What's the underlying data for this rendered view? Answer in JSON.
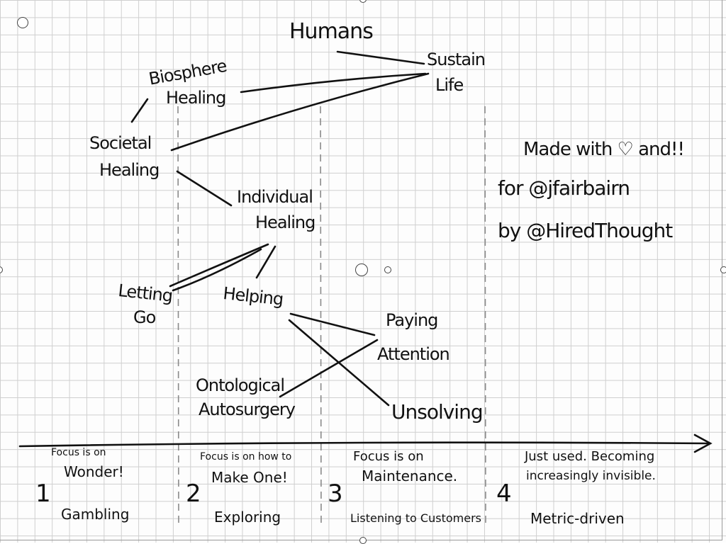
{
  "nodes": {
    "humans": "Humans",
    "sustain_line1": "Sustain",
    "sustain_line2": "Life",
    "biosphere_line1": "Biosphere",
    "biosphere_line2": "Healing",
    "societal_line1": "Societal",
    "societal_line2": "Healing",
    "individual_line1": "Individual",
    "individual_line2": "Healing",
    "letting_line1": "Letting",
    "letting_line2": "Go",
    "helping": "Helping",
    "paying_line1": "Paying",
    "paying_line2": "Attention",
    "ontological_line1": "Ontological",
    "ontological_line2": "Autosurgery",
    "unsolving": "Unsolving"
  },
  "credit": {
    "line1": "Made with ♡ and!!",
    "line2": "for @jfairbairn",
    "line3": "by @HiredThought"
  },
  "stages": [
    {
      "number": "1",
      "focus_line1": "Focus is on",
      "focus_line2": "Wonder!",
      "label": "Gambling"
    },
    {
      "number": "2",
      "focus_line1": "Focus is on how to",
      "focus_line2": "Make One!",
      "label": "Exploring"
    },
    {
      "number": "3",
      "focus_line1": "Focus is on",
      "focus_line2": "Maintenance.",
      "label": "Listening to Customers"
    },
    {
      "number": "4",
      "focus_line1": "Just used. Becoming",
      "focus_line2": "increasingly invisible.",
      "label": "Metric-driven"
    }
  ]
}
